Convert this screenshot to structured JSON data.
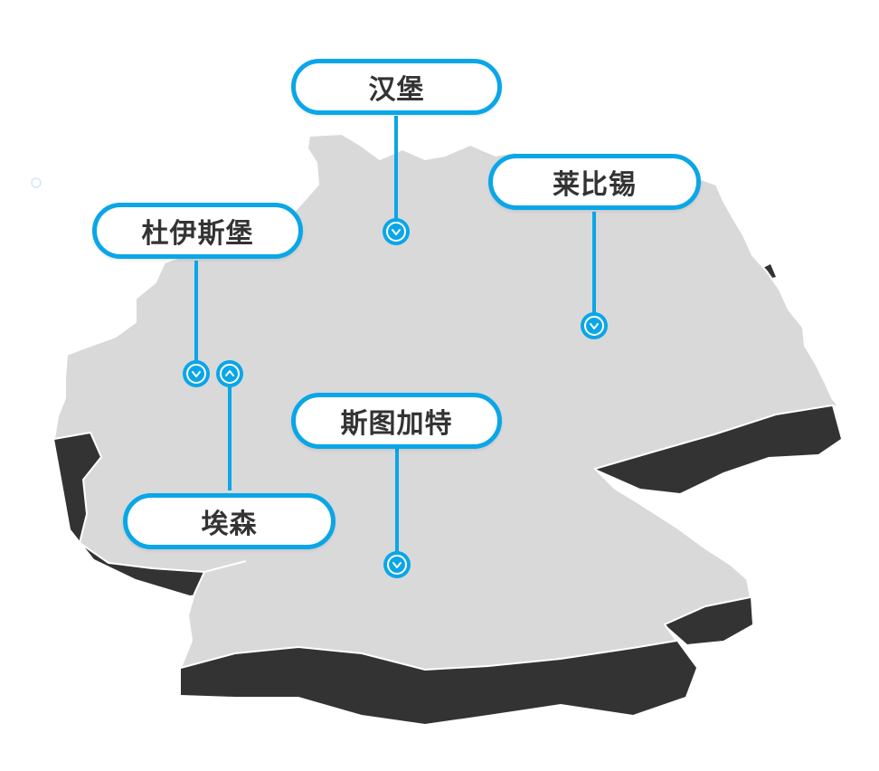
{
  "map": {
    "colors": {
      "land": "#d9d9da",
      "land_edge": "#ffffff",
      "relief": "#333333",
      "accent": "#0aa6e8",
      "label_text": "#333333"
    },
    "cities": [
      {
        "id": "hamburg",
        "name": "汉堡",
        "marker_icon": "chevron-down-icon"
      },
      {
        "id": "leipzig",
        "name": "莱比锡",
        "marker_icon": "chevron-down-icon"
      },
      {
        "id": "duisburg",
        "name": "杜伊斯堡",
        "marker_icon": "chevron-down-icon"
      },
      {
        "id": "essen",
        "name": "埃森",
        "marker_icon": "chevron-up-icon"
      },
      {
        "id": "stuttgart",
        "name": "斯图加特",
        "marker_icon": "chevron-down-icon"
      }
    ]
  }
}
